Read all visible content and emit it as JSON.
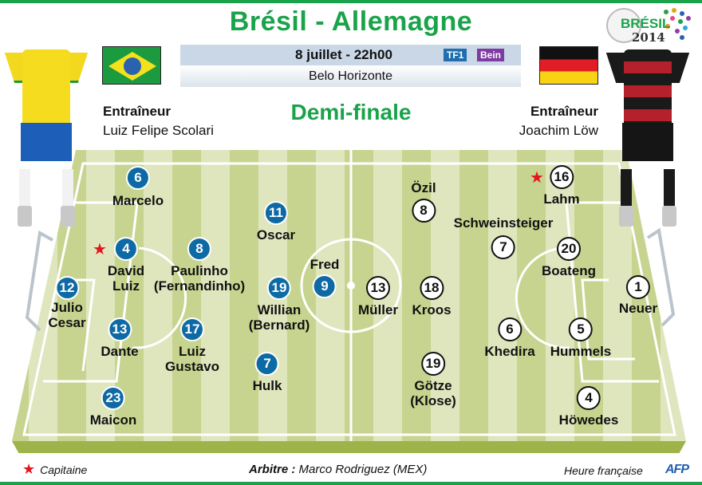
{
  "header": {
    "title": "Brésil - Allemagne",
    "date_time": "8 juillet - 22h00",
    "venue": "Belo Horizonte",
    "broadcasters": [
      "TF1",
      "Bein"
    ],
    "stage": "Demi-finale",
    "logo_text": "BRÉSIL",
    "logo_year": "2014"
  },
  "teams": {
    "home": {
      "name": "Brésil",
      "coach_label": "Entraîneur",
      "coach": "Luiz Felipe Scolari",
      "color": "#0e6aa5"
    },
    "away": {
      "name": "Allemagne",
      "coach_label": "Entraîneur",
      "coach": "Joachim Löw",
      "color": "#ffffff"
    }
  },
  "players": {
    "home": [
      {
        "number": "12",
        "name": "Julio",
        "name2": "Cesar"
      },
      {
        "number": "6",
        "name": "Marcelo"
      },
      {
        "number": "4",
        "name": "David",
        "name2": "Luiz",
        "captain": true
      },
      {
        "number": "13",
        "name": "Dante"
      },
      {
        "number": "23",
        "name": "Maicon"
      },
      {
        "number": "8",
        "name": "Paulinho",
        "name2": "(Fernandinho)"
      },
      {
        "number": "17",
        "name": "Luiz",
        "name2": "Gustavo"
      },
      {
        "number": "11",
        "name": "Oscar"
      },
      {
        "number": "19",
        "name": "Willian",
        "name2": "(Bernard)"
      },
      {
        "number": "7",
        "name": "Hulk"
      },
      {
        "number": "9",
        "name": "Fred"
      }
    ],
    "away": [
      {
        "number": "1",
        "name": "Neuer"
      },
      {
        "number": "16",
        "name": "Lahm",
        "captain": true
      },
      {
        "number": "20",
        "name": "Boateng"
      },
      {
        "number": "5",
        "name": "Hummels"
      },
      {
        "number": "4",
        "name": "Höwedes"
      },
      {
        "number": "7",
        "name": "Schweinsteiger"
      },
      {
        "number": "6",
        "name": "Khedira"
      },
      {
        "number": "8",
        "name": "Özil"
      },
      {
        "number": "18",
        "name": "Kroos"
      },
      {
        "number": "13",
        "name": "Müller"
      },
      {
        "number": "19",
        "name": "Götze",
        "name2": "(Klose)"
      }
    ]
  },
  "footer": {
    "captain_legend": "Capitaine",
    "referee_label": "Arbitre :",
    "referee": "Marco Rodriguez (MEX)",
    "time_note": "Heure française",
    "agency": "AFP"
  },
  "colors": {
    "title_green": "#1aa34a",
    "captain_star": "#e3151e",
    "tf1": "#1f6fb0",
    "bein": "#7e3ba0"
  }
}
